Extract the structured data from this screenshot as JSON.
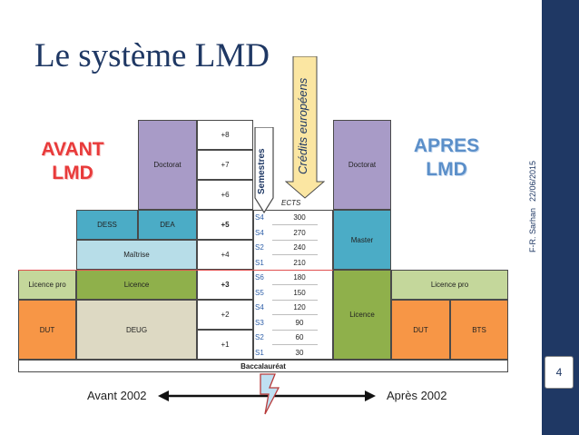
{
  "title": "Le système LMD",
  "sidebar": {
    "date": "22/06/2015",
    "author": "F-R. Sarhan",
    "page_number": "4"
  },
  "avant": {
    "line1": "AVANT",
    "line2": "LMD"
  },
  "apres": {
    "line1": "APRES",
    "line2": "LMD"
  },
  "credits_label": "Crédits européens",
  "semestres_label": "Semestres",
  "ects_label": "ECTS",
  "levels": [
    "+8",
    "+7",
    "+6",
    "+5",
    "+4",
    "+3",
    "+2",
    "+1"
  ],
  "ects_rows": [
    {
      "sem": "S4",
      "ects": "300"
    },
    {
      "sem": "S4",
      "ects": "270"
    },
    {
      "sem": "S2",
      "ects": "240"
    },
    {
      "sem": "S1",
      "ects": "210"
    },
    {
      "sem": "S6",
      "ects": "180"
    },
    {
      "sem": "S5",
      "ects": "150"
    },
    {
      "sem": "S4",
      "ects": "120"
    },
    {
      "sem": "S3",
      "ects": "90"
    },
    {
      "sem": "S2",
      "ects": "60"
    },
    {
      "sem": "S1",
      "ects": "30"
    }
  ],
  "left_boxes": {
    "doctorat": "Doctorat",
    "dess": "DESS",
    "dea": "DEA",
    "maitrise": "Maîtrise",
    "licence_pro": "Licence pro",
    "licence": "Licence",
    "dut": "DUT",
    "deug": "DEUG"
  },
  "right_boxes": {
    "doctorat": "Doctorat",
    "master": "Master",
    "licence": "Licence",
    "licence_pro": "Licence pro",
    "dut": "DUT",
    "bts": "BTS"
  },
  "baccalaureat": "Baccalauréat",
  "timeline": {
    "left": "Avant 2002",
    "right": "Après 2002"
  },
  "colors": {
    "purple": "#a89bc7",
    "blue_dark": "#4bacc6",
    "blue_light": "#b7dde8",
    "green": "#8fb04b",
    "green_light": "#c4d79b",
    "orange": "#f79646",
    "tan": "#ddd9c3",
    "title": "#1f3864",
    "red": "#e83a3a",
    "accent_blue": "#5b8fc9"
  }
}
